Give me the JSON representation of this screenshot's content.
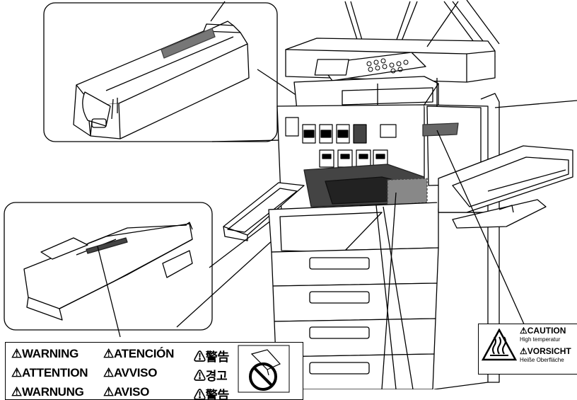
{
  "warning_label": {
    "row1": [
      "⚠WARNING",
      "⚠ATENCIÓN",
      "⚠警告"
    ],
    "row2": [
      "⚠ATTENTION",
      "⚠AVVISO",
      "⚠경고"
    ],
    "row3": [
      "⚠WARNUNG",
      "⚠AVISO",
      "⚠警告"
    ]
  },
  "caution_label": {
    "title": "⚠CAUTION",
    "subtitle": "High temperatur",
    "title2": "⚠VORSICHT",
    "subtitle2": "Heiße Oberfläche"
  },
  "icons": {
    "hot_surface": "hot-surface-icon",
    "prohibited": "no-disposal-icon"
  }
}
